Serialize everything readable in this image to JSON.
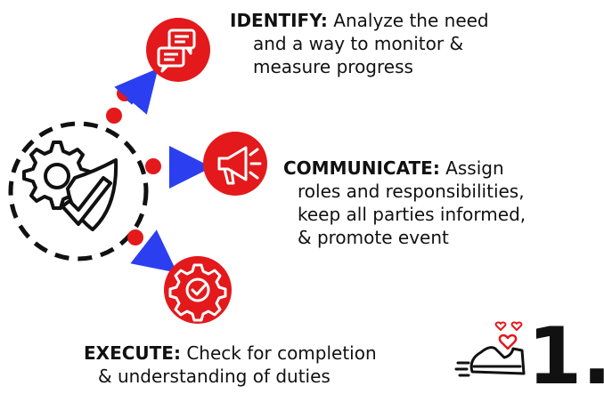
{
  "steps": [
    {
      "heading": "IDENTIFY:",
      "lines": [
        "Analyze the need",
        "and a way to monitor &",
        "measure progress"
      ],
      "icon": "chat-bubbles-icon"
    },
    {
      "heading": "COMMUNICATE:",
      "lines": [
        "Assign",
        "roles and responsibilities,",
        "keep all parties informed,",
        "& promote event"
      ],
      "icon": "megaphone-icon"
    },
    {
      "heading": "EXECUTE:",
      "lines": [
        "Check for completion",
        "& understanding of duties"
      ],
      "icon": "gear-check-icon"
    }
  ],
  "center_icon": "gear-shield-check-icon",
  "corner_icon": "running-shoe-hearts-icon",
  "number_label": "1.",
  "colors": {
    "accent_red": "#e3191b",
    "arrow_blue": "#2b3ff0",
    "outline": "#111111"
  }
}
